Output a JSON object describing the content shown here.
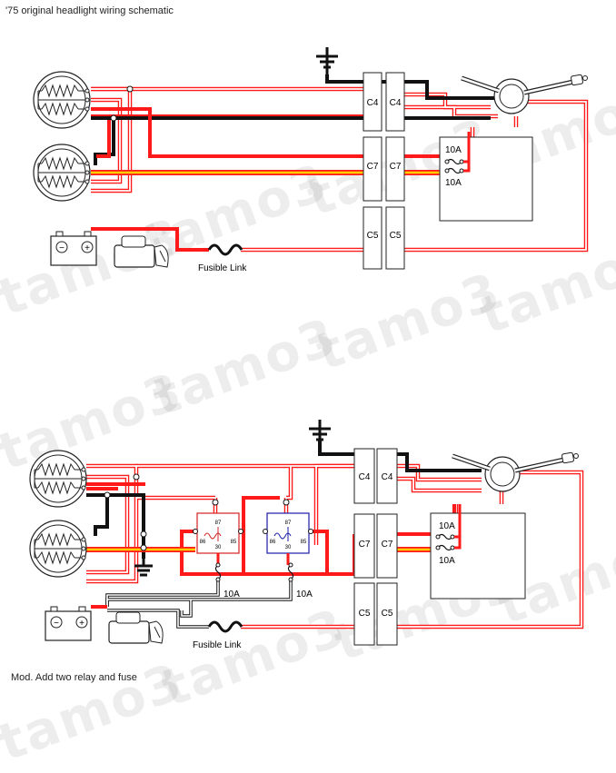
{
  "captions": {
    "top": "'75 original headlight wiring schematic",
    "bottom": "Mod. Add two relay and fuse"
  },
  "watermark": "tamo3",
  "connectors": {
    "c4": "C4",
    "c7": "C7",
    "c5": "C5"
  },
  "fuse_rating": "10A",
  "fusible_link": "Fusible Link",
  "relay": {
    "pin87": "87",
    "pin86": "86",
    "pin30": "30",
    "pin85": "85"
  },
  "battery": {
    "neg": "−",
    "pos": "+"
  },
  "colors": {
    "red": "#ff1a1a",
    "black": "#111111",
    "yellow": "#ffcc00",
    "relay_left": "#d42020",
    "relay_right": "#1a1aa8"
  }
}
